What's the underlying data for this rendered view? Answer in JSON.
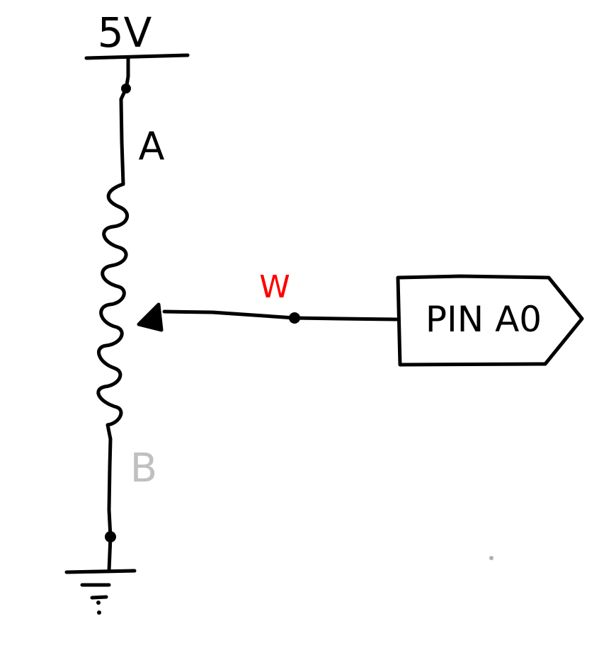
{
  "labels": {
    "supply": "5V",
    "terminal_a": "A",
    "terminal_b": "B",
    "wiper": "W",
    "pin": "PIN A0"
  },
  "colors": {
    "ink": "#000000",
    "wiper_label": "#ff0000",
    "terminal_b_label": "#c0c0c0",
    "stray_dot": "#b0b0b0",
    "background": "#ffffff"
  }
}
